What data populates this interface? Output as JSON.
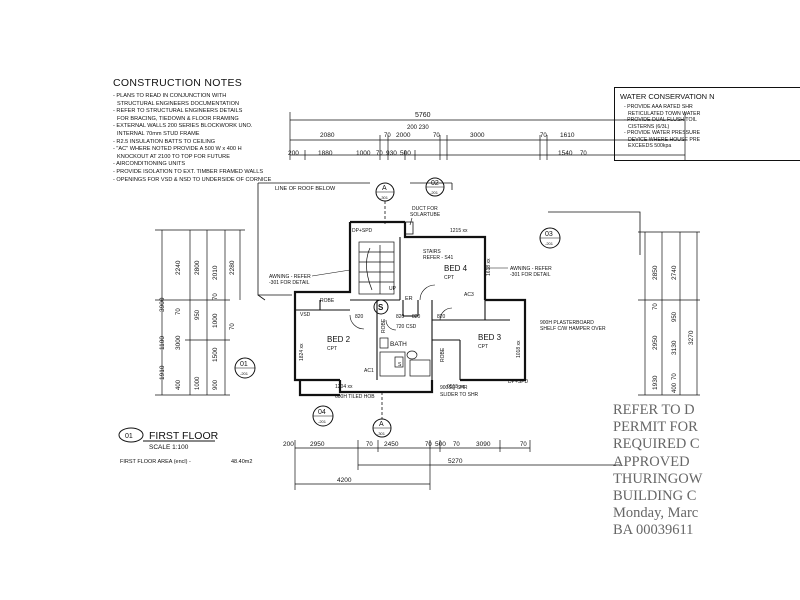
{
  "construction_notes": {
    "title": "CONSTRUCTION NOTES",
    "items": [
      "- PLANS TO READ IN CONJUNCTION WITH",
      "STRUCTURAL ENGINEERS DOCUMENTATION",
      "- REFER TO STRUCTURAL ENGINEERS DETAILS",
      "FOR BRACING, TIEDOWN & FLOOR FRAMING",
      "- EXTERNAL WALLS 200 SERIES BLOCKWORK UNO.",
      "INTERNAL 70mm STUD FRAME",
      "- R2.5 INSULATION BATTS TO CEILING",
      "- \"AC\" WHERE NOTED PROVIDE A 500 W x 400 H",
      "KNOCKOUT AT 2100 TO TOP FOR FUTURE",
      "- AIRCONDITIONING UNITS",
      "- PROVIDE ISOLATION TO EXT. TIMBER FRAMED WALLS",
      "- OPENINGS FOR VSD & NSD TO UNDERSIDE OF CORNICE"
    ]
  },
  "water_conservation": {
    "title": "WATER CONSERVATION N",
    "items": [
      "- PROVIDE AAA RATED SHR",
      "RETICULATED TOWN WATER",
      "- PROVIDE DUAL FLUSH TOIL",
      "CISTERNS (6/3L)",
      "- PROVIDE WATER PRESSURE",
      "DEVICE WHERE HOUSE PRE",
      "EXCEEDS 500kpa"
    ]
  },
  "stamp": {
    "lines": [
      "REFER TO D",
      "PERMIT FOR",
      "REQUIRED C",
      "APPROVED",
      "THURINGOW",
      "BUILDING C",
      "Monday, Marc",
      "BA 00039611"
    ]
  },
  "floor": {
    "ref_number": "01",
    "name": "FIRST FLOOR",
    "scale": "SCALE 1:100",
    "area_label": "FIRST FLOOR AREA (encl) -",
    "area_value": "48.40m2"
  },
  "rooms": {
    "bed2": "BED 2",
    "bed2_floor": "CPT",
    "bed3": "BED 3",
    "bed3_floor": "CPT",
    "bed4": "BED 4",
    "bed4_floor": "CPT",
    "bath": "BATH",
    "robe": "ROBE",
    "er": "ER",
    "stairs": "STAIRS",
    "stairs_ref": "REFER - S41",
    "up": "UP",
    "duct": "DUCT FOR",
    "duct2": "SOLARTUBE",
    "roof_line": "LINE OF ROOF BELOW"
  },
  "annotations": {
    "awning_left": "AWNING - REFER",
    "awning_left2": "-301 FOR DETAIL",
    "awning_right": "AWNING - REFER",
    "awning_right2": "-301 FOR DETAIL",
    "plasterboard": "900H PLASTERBOARD",
    "shelf": "SHELF C/W HAMPER OVER",
    "shr": "900SQ SHR",
    "slider": "SLIDER TO SHR",
    "tiled_hob": "600H TILED HOB",
    "dp_spd": "DP+SPD",
    "vsd": "VSD",
    "ac3": "AC3",
    "ac1": "AC1",
    "csd": "720 CSD",
    "x1215": "1215 xx",
    "x1204": "1204 xx",
    "x0515": "0515 xx",
    "x1618": "1618 xx",
    "x1824": "1824 xx",
    "x1018": "1018 xx",
    "d820a": "820",
    "d820b": "820",
    "d820c": "820",
    "d820d": "820"
  },
  "section_markers": {
    "a_top": {
      "letter": "A",
      "ref": "-301"
    },
    "m02": {
      "letter": "02",
      "ref": "-201"
    },
    "m03": {
      "letter": "03",
      "ref": "-201"
    },
    "m01": {
      "letter": "01",
      "ref": "-201"
    },
    "m04": {
      "letter": "04",
      "ref": "-201"
    },
    "a_bottom": {
      "letter": "A",
      "ref": "-301"
    },
    "s": "S"
  },
  "dimensions": {
    "overall_top": "5760",
    "top_row1": [
      "2080",
      "70",
      "2000",
      "70",
      "3000",
      "70",
      "1610"
    ],
    "top_row1_mid": "200 230",
    "top_row2": [
      "200",
      "1880",
      "1000",
      "70",
      "930",
      "500",
      "1540",
      "70"
    ],
    "bottom_row1": [
      "200",
      "2950",
      "70",
      "2450",
      "70",
      "500",
      "70",
      "3090",
      "70"
    ],
    "bottom_row2": [
      "5270"
    ],
    "bottom_row3": [
      "4200"
    ],
    "left_outer": [
      "3900",
      "1100",
      "1910"
    ],
    "left_inner": [
      "2240",
      "2800",
      "70",
      "950",
      "3000",
      "400",
      "1000"
    ],
    "left_more": [
      "2010",
      "70",
      "2280",
      "1000",
      "1500",
      "900",
      "70"
    ],
    "right_outer": [
      "2850",
      "2740",
      "3270",
      "1930"
    ],
    "right_inner": [
      "70",
      "950",
      "2950",
      "3130",
      "70",
      "400"
    ]
  }
}
